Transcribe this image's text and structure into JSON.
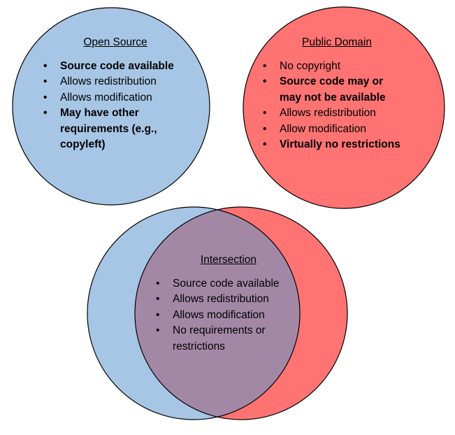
{
  "circles": {
    "open_source": {
      "title": "Open Source",
      "fill": "#a7c6e6",
      "items": [
        {
          "text": "Source code available",
          "bold": true
        },
        {
          "text": "Allows redistribution",
          "bold": false
        },
        {
          "text": "Allows modification",
          "bold": false
        },
        {
          "text": "May have other requirements (e.g., copyleft)",
          "bold": true
        }
      ]
    },
    "public_domain": {
      "title": "Public Domain",
      "fill": "#ff7373",
      "items": [
        {
          "text": "No copyright",
          "bold": false
        },
        {
          "text": "Source code may or may not be available",
          "bold": true
        },
        {
          "text": "Allows redistribution",
          "bold": false
        },
        {
          "text": "Allow modification",
          "bold": false
        },
        {
          "text": "Virtually no restrictions",
          "bold": true
        }
      ]
    },
    "intersection": {
      "title": "Intersection",
      "fill": "#a388a6",
      "items": [
        {
          "text": "Source code available",
          "bold": false
        },
        {
          "text": "Allows redistribution",
          "bold": false
        },
        {
          "text": "Allows modification",
          "bold": false
        },
        {
          "text": "No requirements or restrictions",
          "bold": false
        }
      ]
    }
  },
  "stroke_color": "#000000"
}
